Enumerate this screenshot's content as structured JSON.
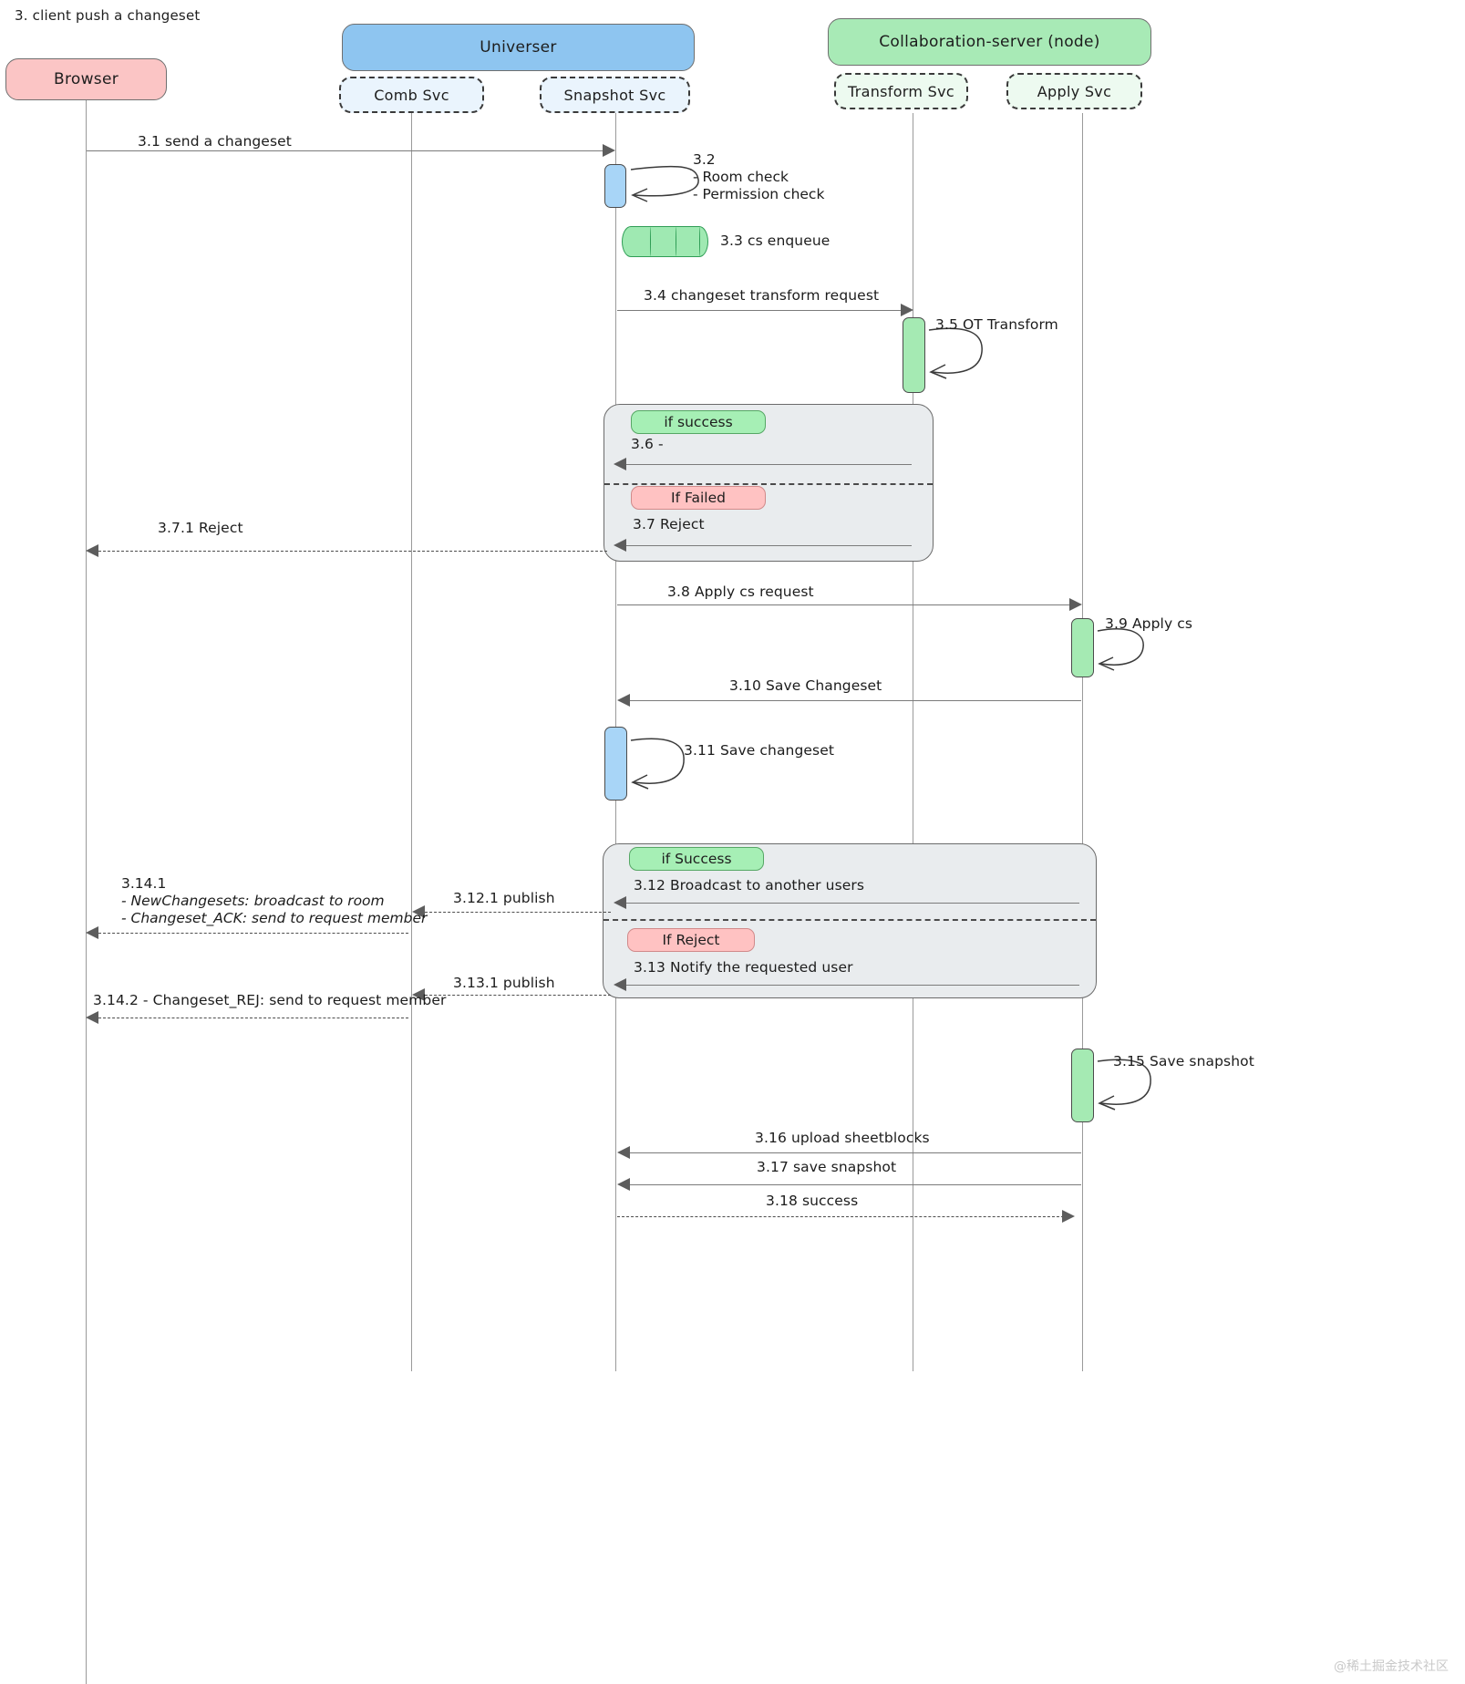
{
  "diagram": {
    "title": "3. client push a changeset",
    "watermark": "@稀土掘金技术社区",
    "type": "sequence"
  },
  "participants": [
    {
      "id": "browser",
      "label": "Browser",
      "kind": "actor",
      "color": "#fbc5c5"
    },
    {
      "id": "universer",
      "label": "Universer",
      "kind": "group",
      "color": "#8ec5f0"
    },
    {
      "id": "comb",
      "label": "Comb Svc",
      "kind": "svc",
      "color": "#eaf4fd"
    },
    {
      "id": "snapshot",
      "label": "Snapshot Svc",
      "kind": "svc",
      "color": "#eaf4fd"
    },
    {
      "id": "collab",
      "label": "Collaboration-server (node)",
      "kind": "group",
      "color": "#a8eab6"
    },
    {
      "id": "transform",
      "label": "Transform Svc",
      "kind": "svc",
      "color": "#edfaf0"
    },
    {
      "id": "apply",
      "label": "Apply Svc",
      "kind": "svc",
      "color": "#edfaf0"
    }
  ],
  "messages": [
    {
      "id": "m31",
      "label": "3.1 send a changeset"
    },
    {
      "id": "m34",
      "label": "3.4 changeset transform request"
    },
    {
      "id": "m36",
      "label": "3.6 -"
    },
    {
      "id": "m371",
      "label": "3.7.1 Reject"
    },
    {
      "id": "m37",
      "label": "3.7 Reject"
    },
    {
      "id": "m38",
      "label": "3.8 Apply cs request"
    },
    {
      "id": "m310",
      "label": "3.10 Save Changeset"
    },
    {
      "id": "m312",
      "label": "3.12 Broadcast to another users"
    },
    {
      "id": "m3121",
      "label": "3.12.1 publish"
    },
    {
      "id": "m313",
      "label": "3.13 Notify the requested user"
    },
    {
      "id": "m3131",
      "label": "3.13.1 publish"
    },
    {
      "id": "m3142",
      "label": "3.14.2 - Changeset_REJ: send to request member"
    },
    {
      "id": "m316",
      "label": "3.16 upload sheetblocks"
    },
    {
      "id": "m317",
      "label": "3.17 save snapshot"
    },
    {
      "id": "m318",
      "label": "3.18 success"
    }
  ],
  "self_calls": [
    {
      "id": "s32",
      "label_lines": [
        "3.2",
        "- Room check",
        "- Permission check"
      ]
    },
    {
      "id": "s35",
      "label": "3.5 OT Transform"
    },
    {
      "id": "s39",
      "label": "3.9 Apply cs"
    },
    {
      "id": "s311",
      "label": "3.11 Save changeset"
    },
    {
      "id": "s315",
      "label": "3.15 Save snapshot"
    }
  ],
  "notes": [
    {
      "id": "n33",
      "label": "3.3 cs enqueue"
    },
    {
      "id": "n3141",
      "lines": [
        "3.14.1",
        "- NewChangesets: broadcast to room",
        "- Changeset_ACK: send to request member"
      ]
    }
  ],
  "fragments": [
    {
      "id": "frag1",
      "branches": [
        {
          "id": "b1-ok",
          "label": "if success",
          "tone": "ok"
        },
        {
          "id": "b1-bad",
          "label": "If Failed",
          "tone": "bad"
        }
      ]
    },
    {
      "id": "frag2",
      "branches": [
        {
          "id": "b2-ok",
          "label": "if Success",
          "tone": "ok"
        },
        {
          "id": "b2-bad",
          "label": "If Reject",
          "tone": "bad"
        }
      ]
    }
  ],
  "colors": {
    "actor_fill": "#fbc5c5",
    "universer_fill": "#8ec5f0",
    "collab_fill": "#a8eab6",
    "svc_blue_fill": "#eaf4fd",
    "svc_green_fill": "#edfaf0",
    "fragment_fill": "#e9ecee",
    "ok_badge": "#a6efb5",
    "bad_badge": "#ffc2c2",
    "lifeline": "#9a9a9a",
    "arrow": "#5d5d5d"
  }
}
